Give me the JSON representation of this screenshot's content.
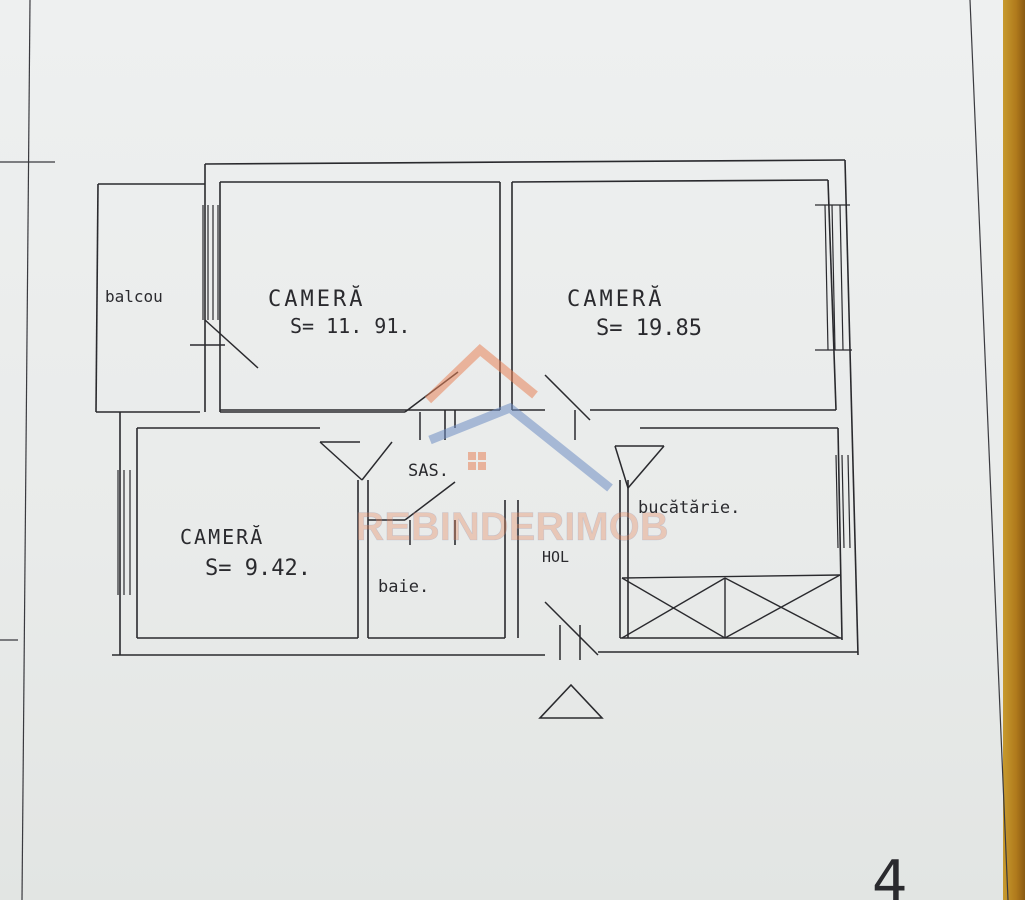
{
  "rooms": {
    "camera1": {
      "name": "CAMERĂ",
      "area": "S= 11. 91."
    },
    "camera2": {
      "name": "CAMERĂ",
      "area": "S= 19.85"
    },
    "camera3": {
      "name": "CAMERĂ",
      "area": "S= 9.42."
    },
    "balcon": "balcou",
    "sas": "SAS.",
    "hol": "HOL",
    "baie": "baie.",
    "bucatarie": "bucătărie."
  },
  "watermark": {
    "text": "REBINDERIMOB",
    "color": "#e8845a",
    "color_secondary": "#6f8fc4"
  },
  "corner_mark": "4",
  "colors": {
    "ink": "#2a2a2e",
    "paper": "#eceeed",
    "strip": "#c08a26"
  }
}
